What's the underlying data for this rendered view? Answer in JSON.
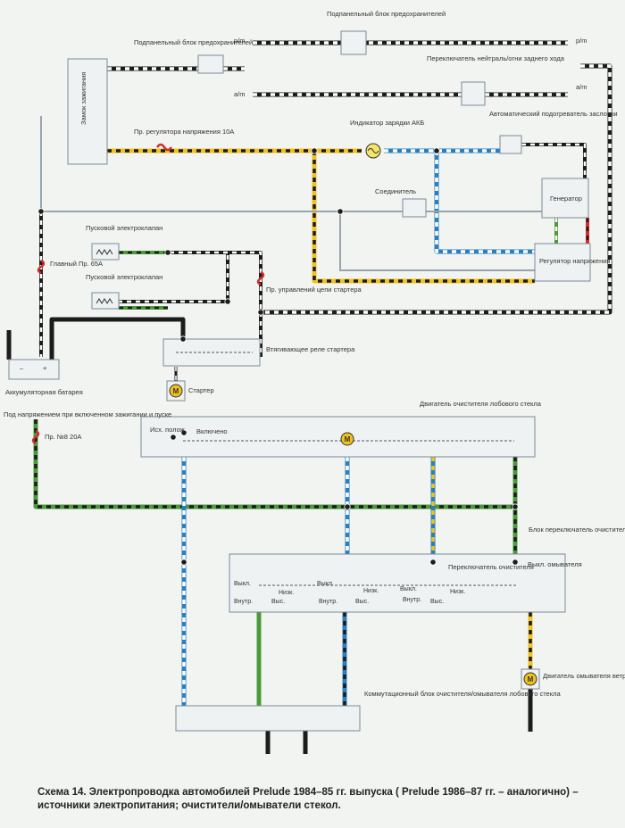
{
  "colors": {
    "black": "#1c1c1c",
    "white": "#ffffff",
    "yellow": "#f2c21c",
    "green": "#4a9a3c",
    "blue": "#2a7fc0",
    "red": "#d42b2b",
    "grey": "#8a9298"
  },
  "labels": {
    "underdash_fuse_block_top": "Подпанельный блок предохранителей",
    "pm_top_right": "р/m",
    "pm_left": "р/m",
    "am_left": "а/m",
    "am_right": "а/m",
    "underdash_fuse_block_left": "Подпанельный блок предохранителей",
    "neutral_switch": "Переключатель нейтраль/огни заднего хода",
    "ignition_switch": "Замок зажигания",
    "voltage_reg_fuse": "Пр. регулятора напряжения 10А",
    "charge_indicator": "Индикатор зарядки АКБ",
    "auto_choke_heater": "Автоматический подогреватель заслонки",
    "connector": "Соединитель",
    "generator": "Генератор",
    "start_valve_1": "Пусковой электроклапан",
    "start_valve_2": "Пусковой электроклапан",
    "main_fuse": "Главный Пр. 65А",
    "starter_circuit_fuse": "Пр. управлений цепи стартера",
    "voltage_regulator": "Регулятор напряжения",
    "starter_relay": "Втягивающее реле стартера",
    "battery": "Аккумуляторная батарея",
    "starter": "Стартер",
    "hot_in_run_start": "Под напряжением при включенном зажигании и пуске",
    "fuse_8": "Пр. №8 20А",
    "wiper_motor": "Двигатель очистителя лобового стекла",
    "park_pos": "Исх. полож.",
    "on": "Включено",
    "switch_block": "Блок переключатель очистителя/омывателя ветрового стекла",
    "wiper_switch": "Переключатель очистителя",
    "washer_off": "Выкл. омывателя",
    "off_1": "Выкл.",
    "low_1": "Низк.",
    "int_1": "Внутр.",
    "high_1": "Выс.",
    "off_2": "Выкл.",
    "low_2": "Низк.",
    "int_2": "Внутр.",
    "high_2": "Выс.",
    "off_3": "Выкл.",
    "low_3": "Низк.",
    "int_3": "Внутр.",
    "high_3": "Выс.",
    "washer_motor": "Двигатель омывателя ветрового стекла",
    "commutation_block": "Коммутационный блок очистителя/омывателя лобового стекла",
    "minus": "–",
    "plus": "+"
  },
  "caption": {
    "line1": "Схема 14. Электропроводка автомобилей Prelude 1984–85 гг. выпуска ( Prelude 1986–87 гг. – аналогично) –",
    "line2": "источники электропитания; очистители/омыватели стекол."
  }
}
